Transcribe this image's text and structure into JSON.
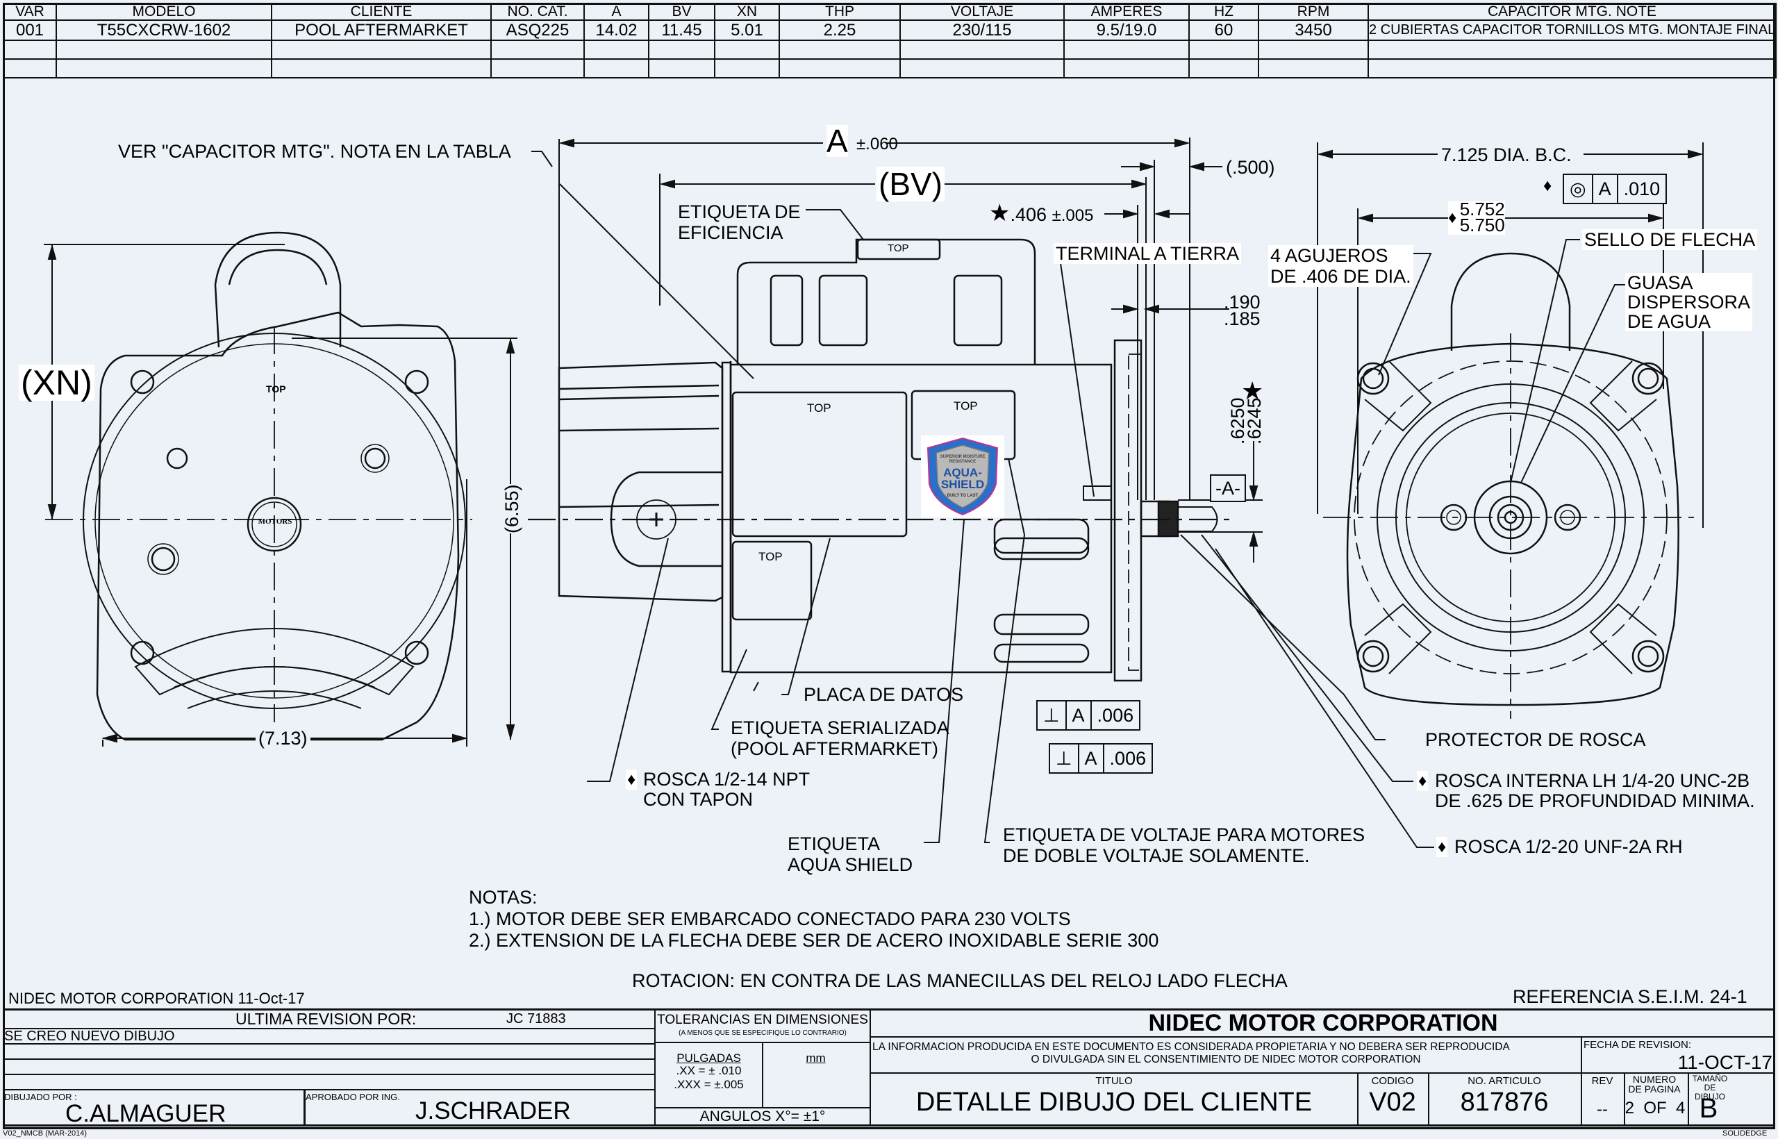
{
  "spec_table": {
    "headers": [
      "VAR",
      "MODELO",
      "CLIENTE",
      "NO. CAT.",
      "A",
      "BV",
      "XN",
      "THP",
      "VOLTAJE",
      "AMPERES",
      "HZ",
      "RPM",
      "CAPACITOR MTG. NOTE"
    ],
    "rows": [
      [
        "001",
        "T55CXCRW-1602",
        "POOL AFTERMARKET",
        "ASQ225",
        "14.02",
        "11.45",
        "5.01",
        "2.25",
        "230/115",
        "9.5/19.0",
        "60",
        "3450",
        "2 CUBIERTAS CAPACITOR TORNILLOS MTG. MONTAJE FINAL"
      ]
    ]
  },
  "drawing": {
    "capacitor_note": "VER \"CAPACITOR MTG\". NOTA EN LA TABLA",
    "dim_a": "A",
    "dim_a_tol": "±.060",
    "dim_bv": "(BV)",
    "dim_500": "(.500)",
    "dim_406": ".406",
    "dim_406_tol": "±.005",
    "star": "★",
    "diamond": "♦",
    "etiqueta_eficiencia": [
      "ETIQUETA DE",
      "EFICIENCIA"
    ],
    "terminal_tierra": "TERMINAL A TIERRA",
    "dim_190": ".190",
    "dim_185": ".185",
    "dim_6250": ".6250",
    "dim_6245": ".6245",
    "datum_a": "-A-",
    "dim_xn": "(XN)",
    "dim_655": "(6.55)",
    "dim_713": "(7.13)",
    "top_label": "TOP",
    "agujeros": [
      "4 AGUJEROS",
      "DE .406 DE DIA."
    ],
    "bolt_circle": "7.125  DIA. B.C.",
    "pilot_max": "5.752",
    "pilot_min": "5.750",
    "fcf_concentric": {
      "symbol": "◎",
      "datum": "A",
      "tol": ".010"
    },
    "fcf_perp_1": {
      "symbol": "⊥",
      "datum": "A",
      "tol": ".006"
    },
    "fcf_perp_2": {
      "symbol": "⊥",
      "datum": "A",
      "tol": ".006"
    },
    "sello_flecha": "SELLO DE FLECHA",
    "guasa": [
      "GUASA",
      "DISPERSORA",
      "DE AGUA"
    ],
    "placa_datos": "PLACA DE DATOS",
    "etiqueta_serializada": [
      "ETIQUETA SERIALIZADA",
      "(POOL AFTERMARKET)"
    ],
    "rosca_npt": [
      "ROSCA 1/2-14 NPT",
      "CON TAPON"
    ],
    "etiqueta_aqua": [
      "ETIQUETA",
      "AQUA SHIELD"
    ],
    "etiqueta_voltaje": [
      "ETIQUETA DE VOLTAJE PARA MOTORES",
      "DE DOBLE VOLTAJE SOLAMENTE."
    ],
    "protector_rosca": "PROTECTOR DE ROSCA",
    "rosca_interna": [
      "ROSCA INTERNA LH 1/4-20 UNC-2B",
      "DE .625 DE PROFUNDIDAD MINIMA."
    ],
    "rosca_unf": "ROSCA 1/2-20 UNF-2A RH",
    "aqua_shield_badge": {
      "line1": "SUPERIOR MOISTURE",
      "line2": "RESISTANCE",
      "brand1": "AQUA-",
      "brand2": "SHIELD",
      "tagline": "BUILT TO LAST"
    },
    "us_motors_logo": "MOTORS",
    "colors": {
      "shield_blue": "#2a6fc9",
      "shield_magenta": "#c2338f",
      "shield_silver": "#b9b9b9"
    }
  },
  "notes": {
    "heading": "NOTAS:",
    "items": [
      "1.) MOTOR DEBE SER EMBARCADO CONECTADO PARA 230 VOLTS",
      "2.) EXTENSION DE LA FLECHA DEBE SER DE ACERO INOXIDABLE SERIE 300"
    ],
    "rotation": "ROTACION: EN CONTRA DE LAS MANECILLAS DEL RELOJ LADO FLECHA",
    "company_date": "NIDEC MOTOR CORPORATION 11-Oct-17",
    "reference": "REFERENCIA   S.E.I.M. 24-1"
  },
  "title_block": {
    "last_revision_label": "ULTIMA REVISION POR:",
    "last_revision_value": "JC 71883",
    "revision_note": "SE CREO NUEVO DIBUJO",
    "drawn_by_label": "DIBUJADO POR :",
    "drawn_by": "C.ALMAGUER",
    "approved_by_label": "APROBADO POR ING.",
    "approved_by": "J.SCHRADER",
    "tolerances_title": "TOLERANCIAS EN DIMENSIONES",
    "tolerances_sub": "(A MENOS QUE SE ESPECIFIQUE LO CONTRARIO)",
    "inches_label": "PULGADAS",
    "tol_xx": ".XX = ± .010",
    "tol_xxx": ".XXX = ±.005",
    "mm_label": "mm",
    "angles": "ANGULOS  X°= ±1°",
    "company": "NIDEC MOTOR CORPORATION",
    "disclaimer_1": "LA INFORMACION PRODUCIDA EN ESTE DOCUMENTO ES CONSIDERADA PROPIETARIA Y NO DEBERA SER REPRODUCIDA",
    "disclaimer_2": "O DIVULGADA SIN EL CONSENTIMIENTO DE NIDEC MOTOR CORPORATION",
    "revision_date_label": "FECHA DE REVISION:",
    "revision_date": "11-OCT-17",
    "title_label": "TITULO",
    "title": "DETALLE DIBUJO DEL CLIENTE",
    "code_label": "CODIGO",
    "code": "V02",
    "article_label": "NO. ARTICULO",
    "article": "817876",
    "rev_label": "REV",
    "rev": "--",
    "page_label": "NUMERO DE PAGINA",
    "page": "2  OF  4",
    "size_label": "TAMAÑO DE DIBUJO",
    "size": "B",
    "form_id": "V02_NMCB (MAR-2014)",
    "software": "SOLIDEDGE"
  }
}
